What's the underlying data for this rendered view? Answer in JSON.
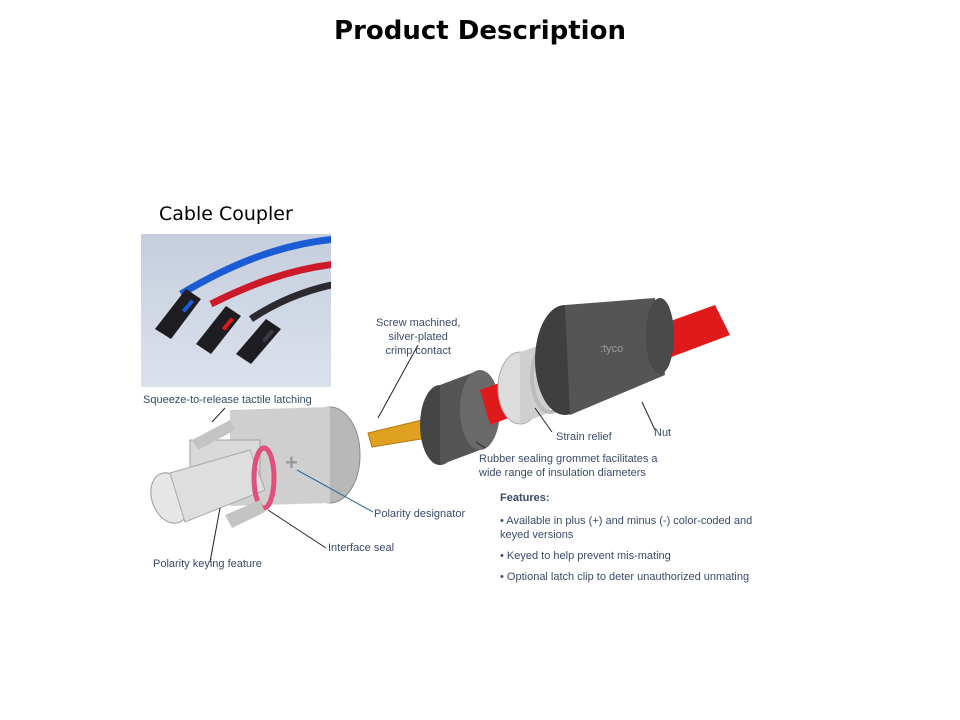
{
  "slide": {
    "title": "Product Description",
    "subtitle": "Cable Coupler"
  },
  "labels": {
    "screw": "Screw machined,\nsilver-plated\ncrimp contact",
    "squeeze": "Squeeze-to-release tactile latching",
    "strain": "Strain relief",
    "nut": "Nut",
    "grommet": "Rubber sealing grommet facilitates a\nwide range of insulation diameters",
    "polarity_designator": "Polarity designator",
    "interface_seal": "Interface seal",
    "polarity_keying": "Polarity keying feature",
    "brand_mark": ":tyco"
  },
  "features": {
    "heading": "Features:",
    "items": [
      "• Available in plus (+) and minus (-) color-coded and\n   keyed versions",
      "• Keyed to help prevent mis-mating",
      "• Optional latch clip to deter unauthorized unmating"
    ]
  },
  "colors": {
    "cable_red": "#e01a1a",
    "cable_blue": "#1a5bd6",
    "contact_gold": "#e0a020",
    "housing_gray": "#5a5a5a",
    "label_text": "#3a4a6a"
  }
}
